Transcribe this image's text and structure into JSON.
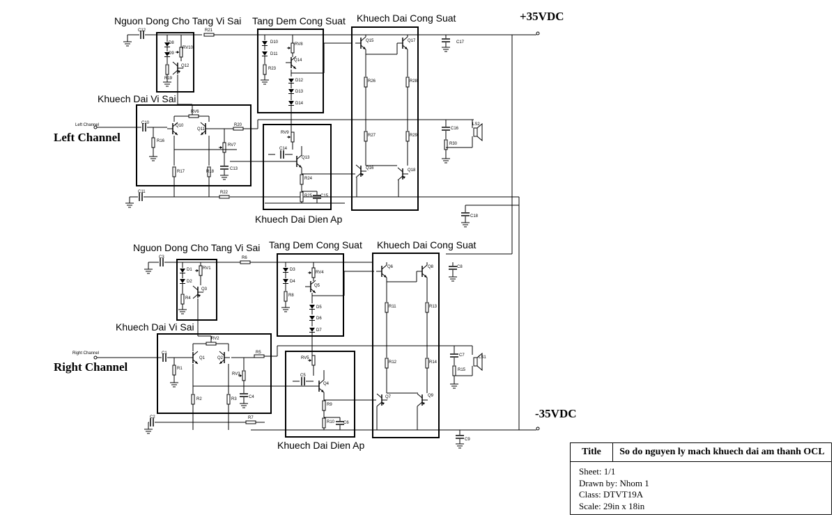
{
  "channels": {
    "left": "Left Channel",
    "right": "Right Channel",
    "left_input": "Left Channel",
    "right_input": "Right Channel"
  },
  "rails": {
    "positive": "+35VDC",
    "negative": "-35VDC"
  },
  "blocks": {
    "left": {
      "current_source": "Nguon Dong Cho Tang Vi Sai",
      "driver": "Tang Dem Cong Suat",
      "power": "Khuech Dai Cong Suat",
      "differential": "Khuech Dai Vi Sai",
      "voltage": "Khuech Dai Dien Ap"
    },
    "right": {
      "current_source": "Nguon Dong Cho Tang Vi Sai",
      "driver": "Tang Dem Cong Suat",
      "power": "Khuech Dai Cong Suat",
      "differential": "Khuech Dai Vi Sai",
      "voltage": "Khuech Dai Dien Ap"
    }
  },
  "title_block": {
    "title_label": "Title",
    "title": "So do nguyen ly mach khuech dai am thanh OCL",
    "sheet": "Sheet: 1/1",
    "drawn_by": "Drawn by: Nhom 1",
    "class": "Class: DTVT19A",
    "scale": "Scale: 29in x 18in"
  },
  "components": {
    "C12": "C12",
    "R21": "R21",
    "D8": "D8",
    "D9": "D9",
    "RV10": "RV10",
    "Q12": "Q12",
    "R19": "R19",
    "D10": "D10",
    "D11": "D11",
    "RV8": "RV8",
    "R23": "R23",
    "Q14": "Q14",
    "D12": "D12",
    "D13": "D13",
    "D14": "D14",
    "Q15": "Q15",
    "Q17": "Q17",
    "R26": "R26",
    "R28": "R28",
    "R27": "R27",
    "R29": "R29",
    "Q16": "Q16",
    "Q18": "Q18",
    "C17": "C17",
    "C16": "C16",
    "R30": "R30",
    "LS2": "LS2",
    "RV6": "RV6",
    "C10": "C10",
    "R16": "R16",
    "Q10": "Q10",
    "Q11": "Q11",
    "R20": "R20",
    "RV7": "RV7",
    "R17": "R17",
    "R18": "R18",
    "C13": "C13",
    "RV9": "RV9",
    "C14": "C14",
    "Q13": "Q13",
    "R24": "R24",
    "R25": "R25",
    "C15": "C15",
    "C11": "C11",
    "R22": "R22",
    "C18": "C18",
    "C3": "C3",
    "R6": "R6",
    "D1": "D1",
    "D2": "D2",
    "RV1": "RV1",
    "Q3": "Q3",
    "R4": "R4",
    "D3": "D3",
    "D4": "D4",
    "RV4": "RV4",
    "R8": "R8",
    "Q5": "Q5",
    "D5": "D5",
    "D6": "D6",
    "D7": "D7",
    "Q6": "Q6",
    "Q8": "Q8",
    "R11": "R11",
    "R13": "R13",
    "R12": "R12",
    "R14": "R14",
    "Q7": "Q7",
    "Q9": "Q9",
    "C8": "C8",
    "C7": "C7",
    "R15": "R15",
    "LS1": "LS1",
    "RV2": "RV2",
    "C1": "C1",
    "R1": "R1",
    "Q1": "Q1",
    "Q2": "Q2",
    "R5": "R5",
    "RV3": "RV3",
    "R2": "R2",
    "R3": "R3",
    "C4": "C4",
    "RV5": "RV5",
    "C5": "C5",
    "Q4": "Q4",
    "R9": "R9",
    "R10": "R10",
    "C6": "C6",
    "C2": "C2",
    "R7": "R7",
    "C9": "C9"
  }
}
